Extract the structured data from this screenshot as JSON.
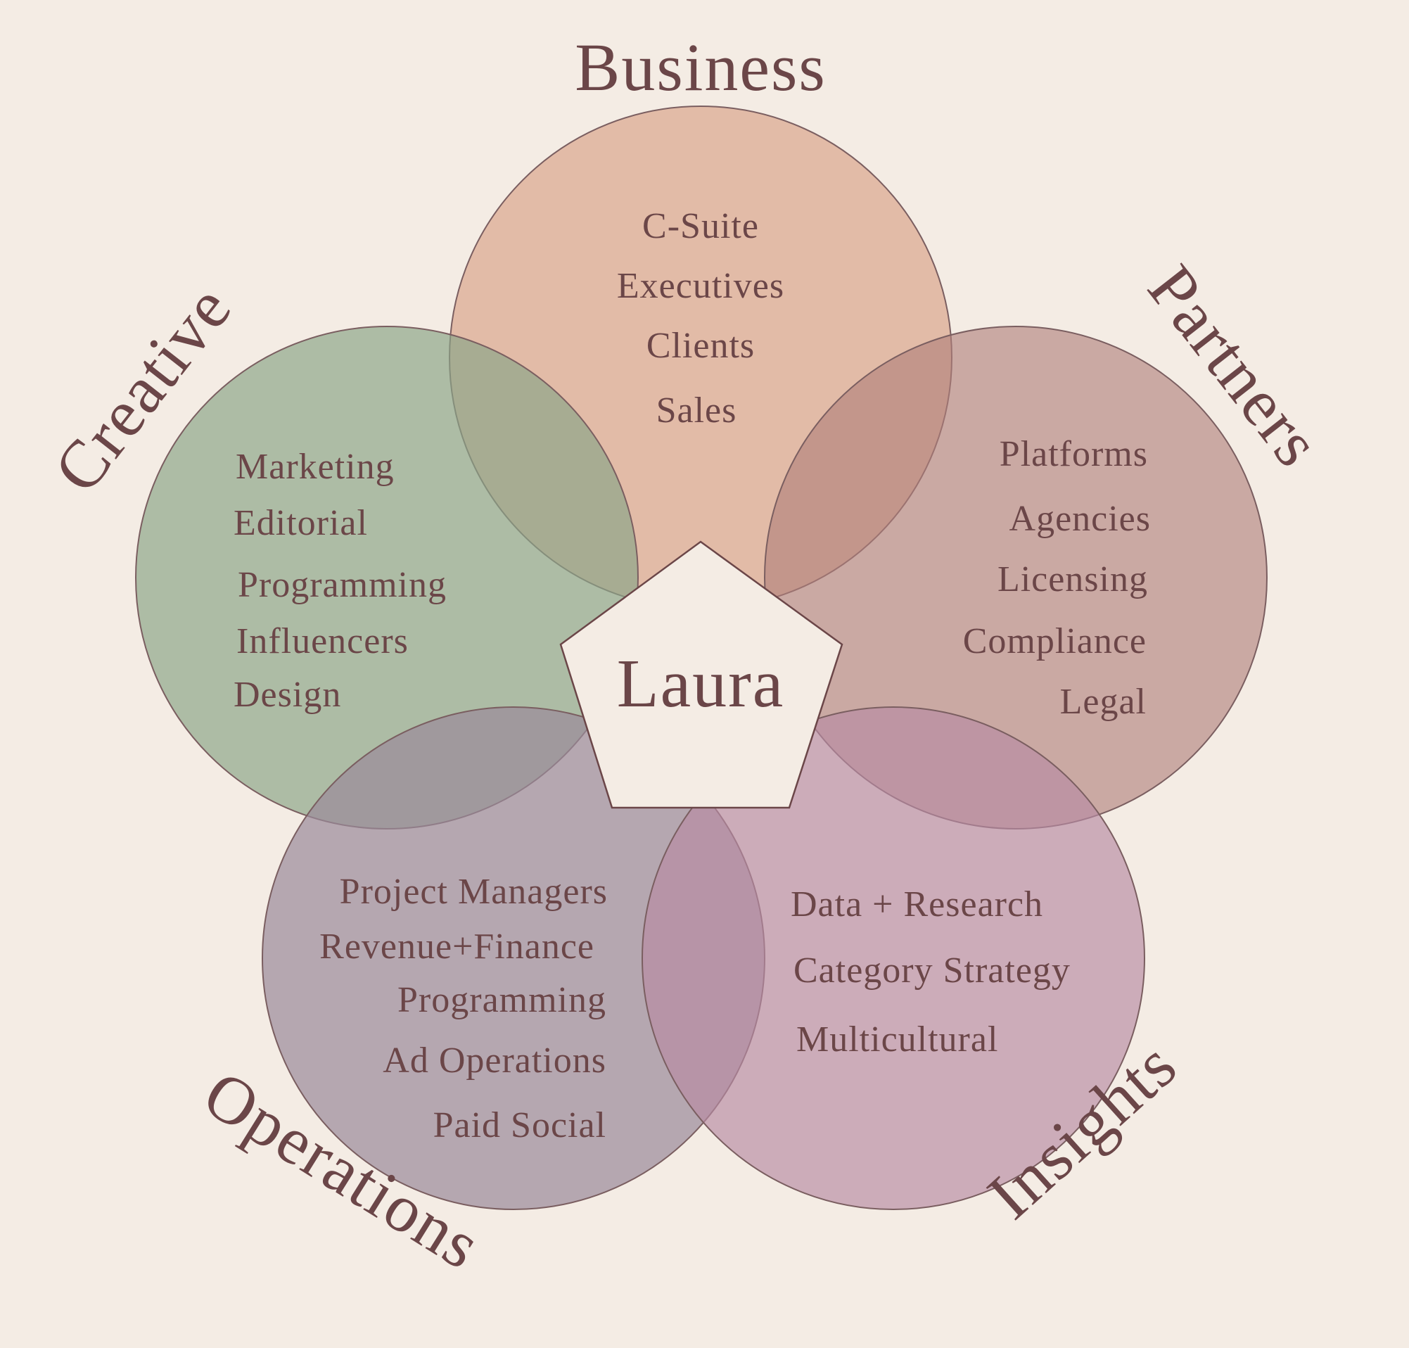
{
  "center": {
    "label": "Laura"
  },
  "colors": {
    "background": "#f4ece4",
    "text": "#6b4648",
    "outline": "#7a5e60",
    "center_fill": "#f4ece4",
    "business": "#dba88f",
    "creative": "#8aa587",
    "partners": "#b07f7a",
    "operations": "#9a8a9a",
    "insights": "#b88aa2"
  },
  "groups": {
    "business": {
      "title": "Business",
      "items": [
        "C-Suite",
        "Executives",
        "Clients",
        "Sales"
      ]
    },
    "creative": {
      "title": "Creative",
      "items": [
        "Marketing",
        "Editorial",
        "Programming",
        "Influencers",
        "Design"
      ]
    },
    "partners": {
      "title": "Partners",
      "items": [
        "Platforms",
        "Agencies",
        "Licensing",
        "Compliance",
        "Legal"
      ]
    },
    "operations": {
      "title": "Operations",
      "items": [
        "Project Managers",
        "Revenue+Finance",
        "Programming",
        "Ad Operations",
        "Paid Social"
      ]
    },
    "insights": {
      "title": "Insights",
      "items": [
        "Data + Research",
        "Category Strategy",
        "Multicultural"
      ]
    }
  }
}
